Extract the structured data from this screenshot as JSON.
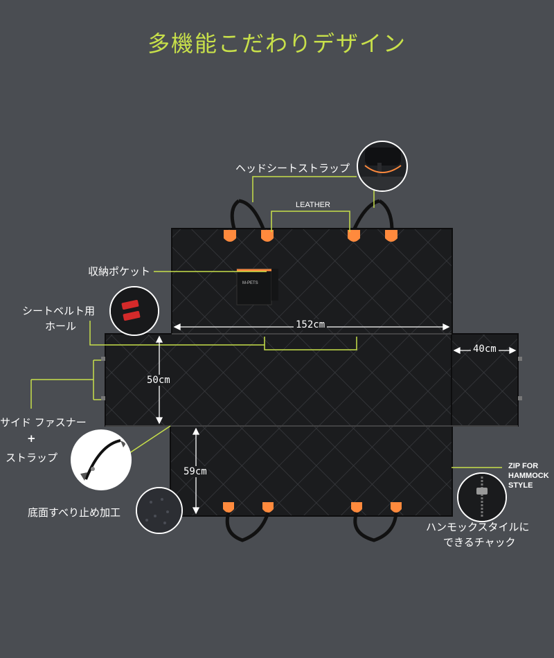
{
  "title": "多機能こだわりデザイン",
  "colors": {
    "background": "#4a4d52",
    "accent": "#c8e04a",
    "pad": "#ff8a3d",
    "cover": "#1b1c1e"
  },
  "labels": {
    "head_strap": "ヘッドシートストラップ",
    "leather": "LEATHER",
    "storage_pocket": "収納ポケット",
    "seatbelt_line1": "シートベルト用",
    "seatbelt_line2": "ホール",
    "side_fastener": "サイド ファスナー",
    "plus": "+",
    "strap": "ストラップ",
    "anti_slip": "底面すべり止め加工",
    "zip_line1": "ZIP FOR",
    "zip_line2": "HAMMOCK",
    "zip_line3": "STYLE",
    "hammock_line1": "ハンモックスタイルに",
    "hammock_line2": "できるチャック",
    "brand": "M-PETS"
  },
  "dimensions": {
    "width": "152cm",
    "side_width": "40cm",
    "seat_height": "50cm",
    "bottom_height": "59cm"
  }
}
